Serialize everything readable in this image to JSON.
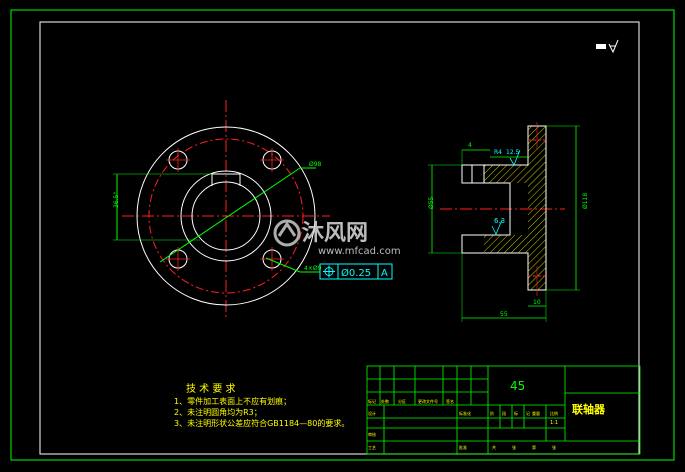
{
  "surface_symbol": "▬∀",
  "front": {
    "dim_dia": "Ø98",
    "dim_height": "36.5°",
    "leader_label": "4×Ø9",
    "tolerance": {
      "value": "Ø0.25",
      "datum": "A"
    }
  },
  "section": {
    "dim_top1": "R4",
    "dim_top2": "12.5",
    "dim_small": "4",
    "dim_left": "Ø55",
    "dim_right": "Ø118",
    "dim_bottom": "55",
    "dim_flange": "10",
    "roughness": "6.3"
  },
  "tech": {
    "title": "技 术 要 求",
    "items": [
      "1、零件加工表面上不应有划痕；",
      "2、未注明圆角均为R3；",
      "3、未注明形状公差应符合GB1184—80的要求。"
    ]
  },
  "title_block": {
    "material": "45",
    "part_name": "联轴器",
    "scale": "1:1",
    "r1": [
      "标记",
      "处数",
      "分区",
      "更改文件号",
      "签名"
    ],
    "r2": [
      "设计",
      "",
      "",
      "标准化"
    ],
    "r3": [
      "审核"
    ],
    "r4": [
      "工艺",
      "批准"
    ],
    "col_heads": [
      "阶",
      "段",
      "标",
      "记",
      "重量",
      "比例"
    ],
    "bottom": [
      "共",
      "张",
      "第",
      "张"
    ]
  },
  "watermark": {
    "brand": "沐风网",
    "url": "www.mfcad.com"
  }
}
